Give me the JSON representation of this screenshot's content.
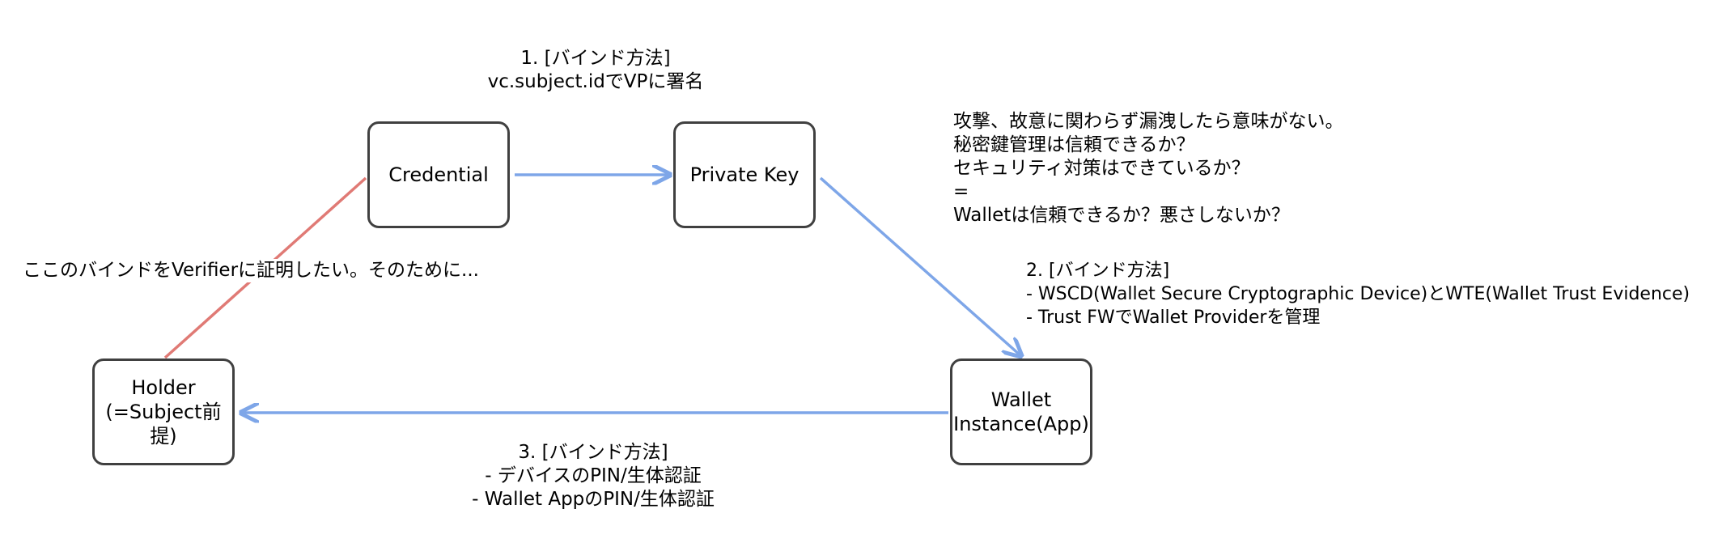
{
  "nodes": {
    "credential": "Credential",
    "private_key": "Private Key",
    "wallet_instance": "Wallet\nInstance(App)",
    "holder": "Holder\n(=Subject前提)"
  },
  "labels": {
    "bind1": [
      "1. [バインド方法]",
      "vc.subject.idでVPに署名"
    ],
    "trust_note": [
      "攻撃、故意に関わらず漏洩したら意味がない。",
      "秘密鍵管理は信頼できるか？",
      "セキュリティ対策はできているか？",
      "=",
      "Walletは信頼できるか？悪さしないか？"
    ],
    "bind2": [
      "2. [バインド方法]",
      "- WSCD(Wallet Secure Cryptographic Device)とWTE(Wallet Trust Evidence)",
      "- Trust FWでWallet Providerを管理"
    ],
    "bind3": [
      "3. [バインド方法]",
      "- デバイスのPIN/生体認証",
      "- Wallet AppのPIN/生体認証"
    ],
    "verifier_note": "ここのバインドをVerifierに証明したい。そのために..."
  },
  "colors": {
    "arrow_blue": "#7ea6e8",
    "line_red": "#e07a75",
    "node_border": "#404040"
  }
}
